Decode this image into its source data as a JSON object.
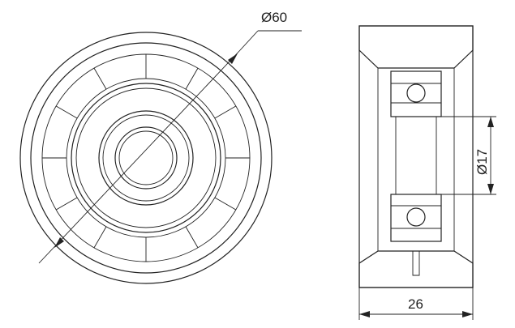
{
  "dimensions": {
    "outer_diameter": "Ø60",
    "bore_diameter": "Ø17",
    "width": "26"
  },
  "colors": {
    "line": "#222222",
    "background": "#ffffff",
    "hatch": "#888888"
  }
}
